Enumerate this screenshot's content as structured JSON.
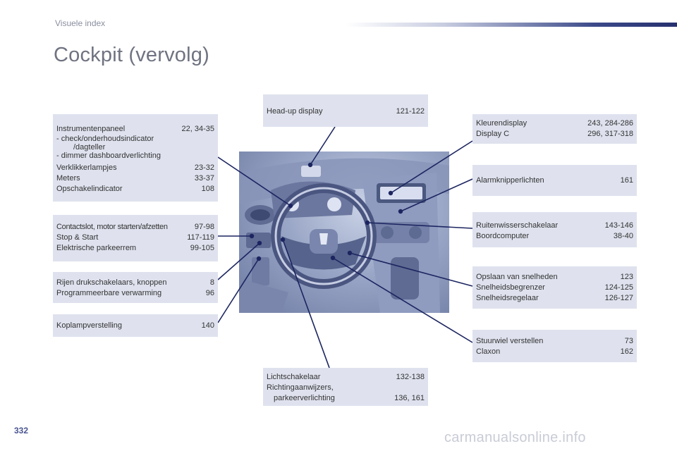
{
  "header": {
    "section_title": "Visuele index",
    "page_title": "Cockpit (vervolg)"
  },
  "boxes": {
    "instrumentenpaneel": {
      "label": "Instrumentenpaneel",
      "pages": "22, 34-35",
      "sub1": "-   check/onderhoudsindicator",
      "sub1b": "/dagteller",
      "sub2": "-   dimmer dashboardverlichting",
      "rows": [
        {
          "label": "Verklikkerlampjes",
          "pages": "23-32"
        },
        {
          "label": "Meters",
          "pages": "33-37"
        },
        {
          "label": "Opschakelindicator",
          "pages": "108"
        }
      ]
    },
    "contactslot": {
      "rows": [
        {
          "label": "Contactslot, motor starten/afzetten",
          "pages": "97-98"
        },
        {
          "label": "Stop & Start",
          "pages": "117-119"
        },
        {
          "label": "Elektrische parkeerrem",
          "pages": "99-105"
        }
      ]
    },
    "drukschakelaars": {
      "rows": [
        {
          "label": "Rijen drukschakelaars, knoppen",
          "pages": "8"
        },
        {
          "label": "Programmeerbare verwarming",
          "pages": "96"
        }
      ]
    },
    "koplamp": {
      "rows": [
        {
          "label": "Koplampverstelling",
          "pages": "140"
        }
      ]
    },
    "headup": {
      "rows": [
        {
          "label": "Head-up display",
          "pages": "121-122"
        }
      ]
    },
    "licht": {
      "row1": {
        "label": "Lichtschakelaar",
        "pages": "132-138"
      },
      "line2": "Richtingaanwijzers,",
      "row3": {
        "label": "parkeerverlichting",
        "pages": "136, 161"
      }
    },
    "kleurendisplay": {
      "rows": [
        {
          "label": "Kleurendisplay",
          "pages": "243, 284-286"
        },
        {
          "label": "Display C",
          "pages": "296, 317-318"
        }
      ]
    },
    "alarm": {
      "rows": [
        {
          "label": "Alarmknipperlichten",
          "pages": "161"
        }
      ]
    },
    "ruitenwisser": {
      "rows": [
        {
          "label": "Ruitenwisserschakelaar",
          "pages": "143-146"
        },
        {
          "label": "Boordcomputer",
          "pages": "38-40"
        }
      ]
    },
    "snelheden": {
      "rows": [
        {
          "label": "Opslaan van snelheden",
          "pages": "123"
        },
        {
          "label": "Snelheidsbegrenzer",
          "pages": "124-125"
        },
        {
          "label": "Snelheidsregelaar",
          "pages": "126-127"
        }
      ]
    },
    "stuurwiel": {
      "rows": [
        {
          "label": "Stuurwiel verstellen",
          "pages": "73"
        },
        {
          "label": "Claxon",
          "pages": "162"
        }
      ]
    }
  },
  "footer": {
    "page_number": "332",
    "watermark": "carmanualsonline.info"
  },
  "colors": {
    "box_bg": "#dfe2ee",
    "leader_line": "#1c2560",
    "accent": "#26306e"
  }
}
